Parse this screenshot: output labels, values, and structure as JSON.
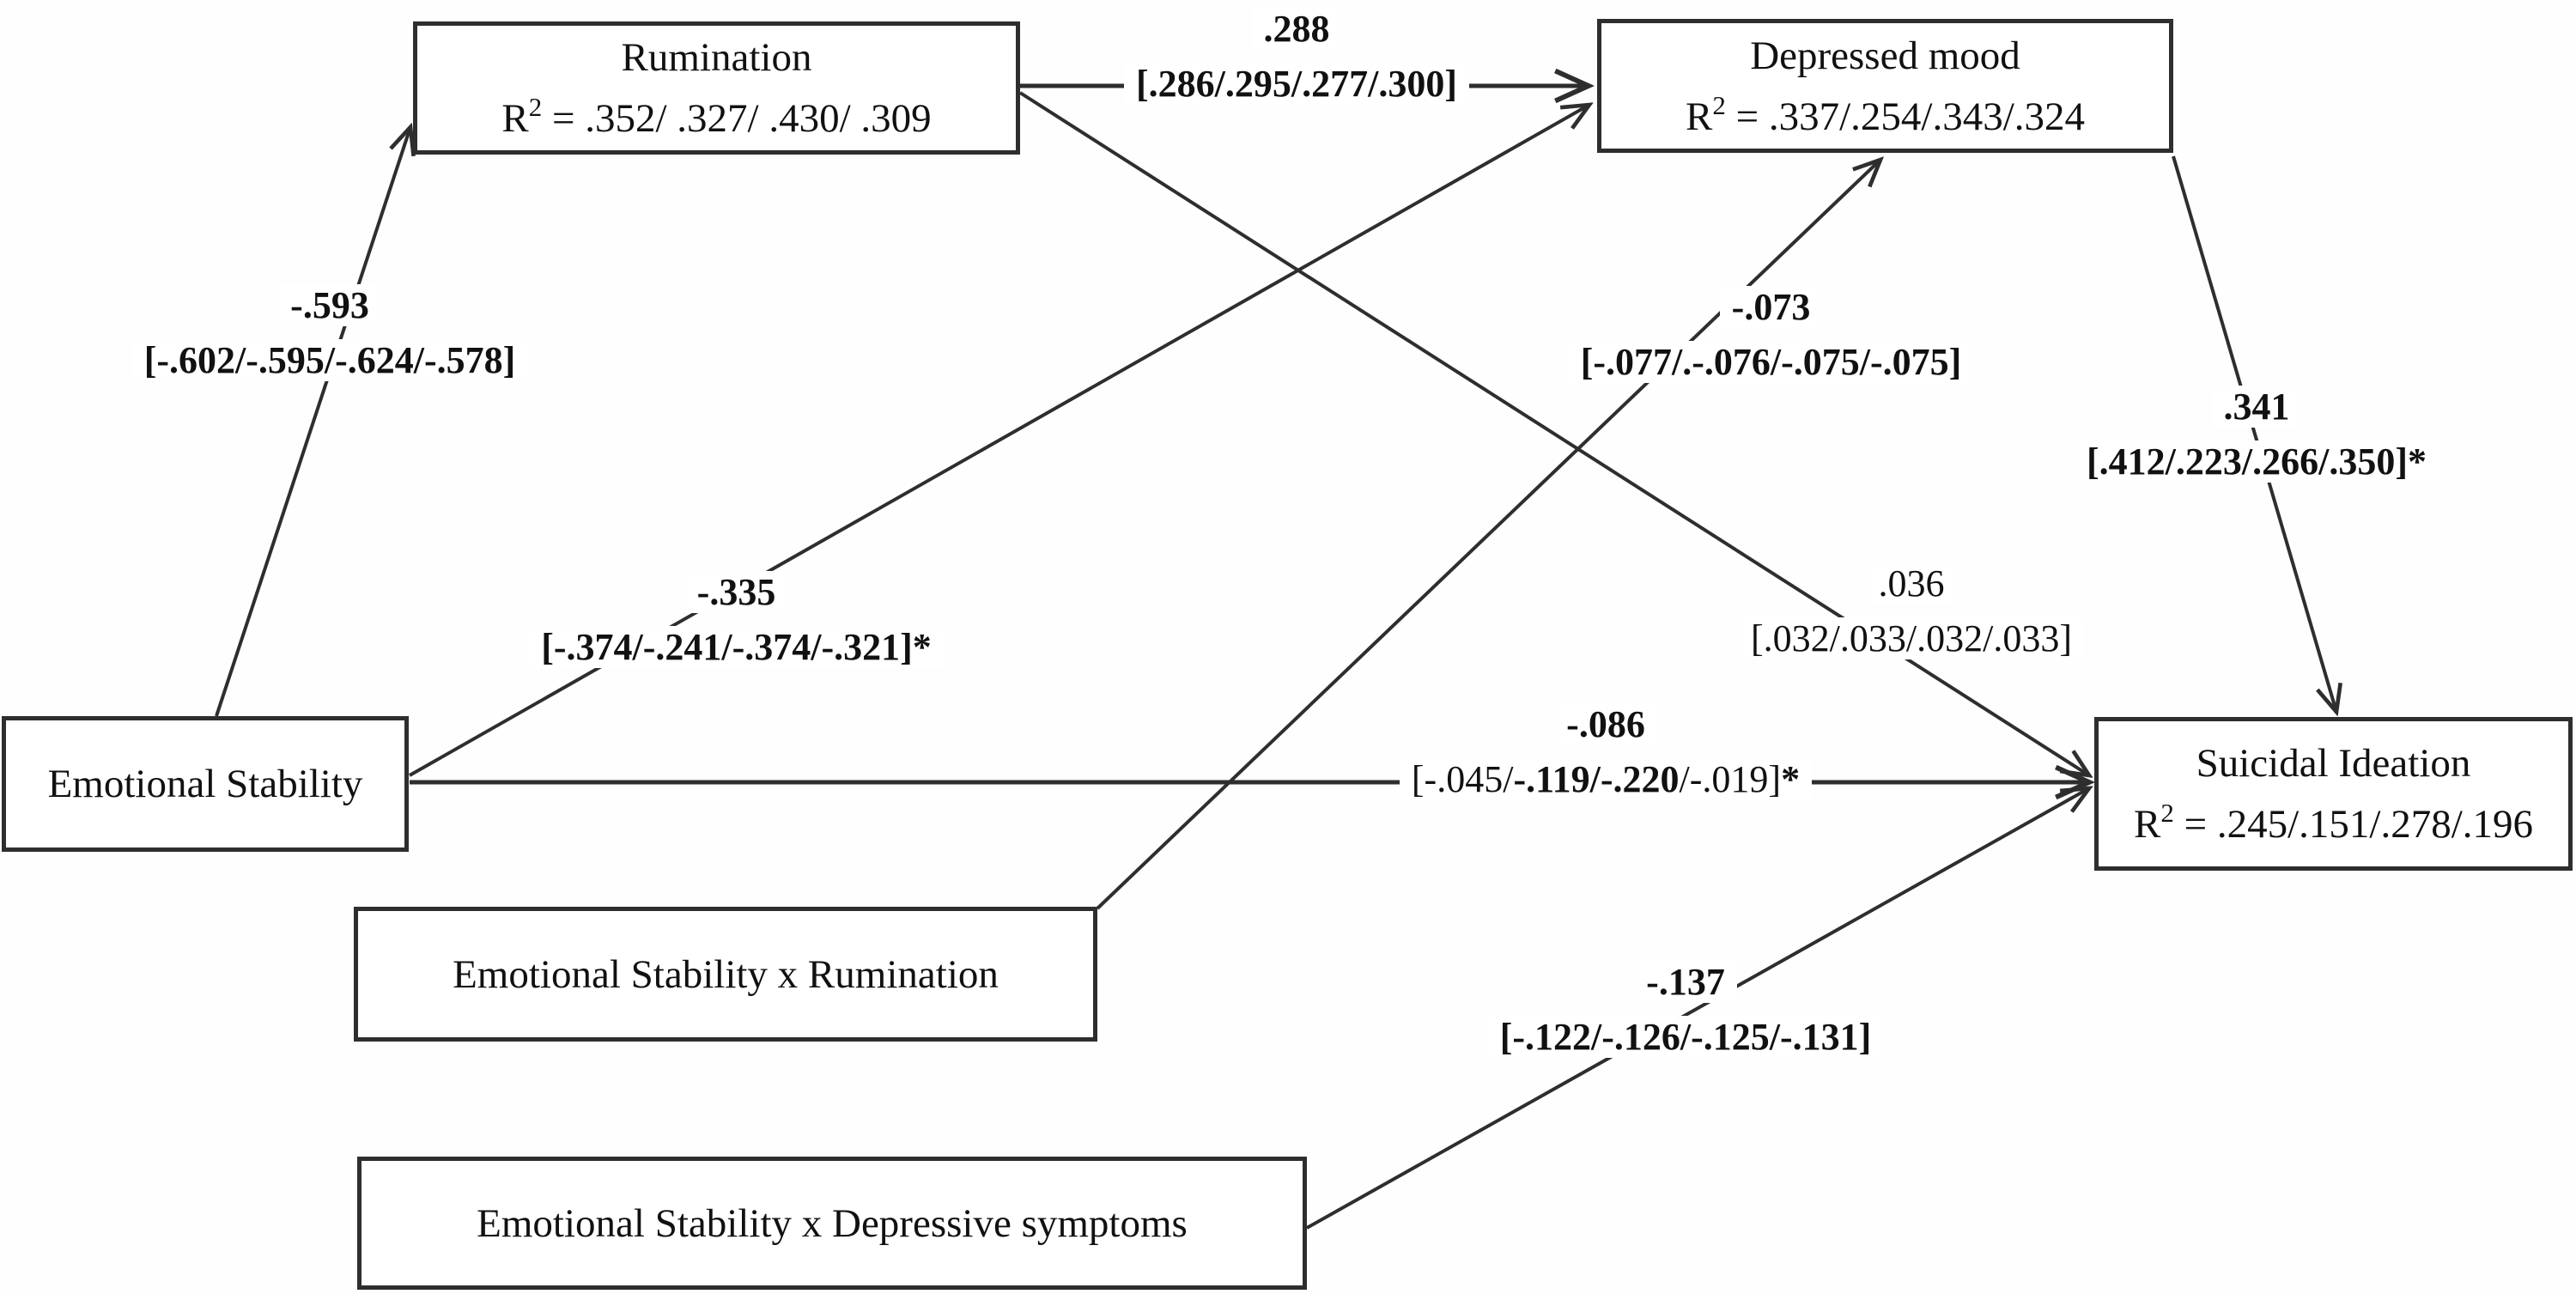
{
  "diagram": {
    "nodes": {
      "rumination": {
        "title": "Rumination",
        "r2_base": "R",
        "r2_sup": "2",
        "r2_rest": " = .352/ .327/ .430/ .309"
      },
      "depressed_mood": {
        "title": "Depressed mood",
        "r2_base": "R",
        "r2_sup": "2",
        "r2_rest": " = .337/.254/.343/.324"
      },
      "emotional_stability": {
        "title": "Emotional Stability"
      },
      "suicidal_ideation": {
        "title": "Suicidal Ideation",
        "r2_base": "R",
        "r2_sup": "2",
        "r2_rest": " = .245/.151/.278/.196"
      },
      "es_x_rumination": {
        "title": "Emotional Stability x Rumination"
      },
      "es_x_depressive": {
        "title": "Emotional Stability x Depressive symptoms"
      }
    },
    "paths": {
      "es_to_rumination": {
        "from": "Emotional Stability",
        "to": "Rumination",
        "coefficient": "-.593",
        "ci": "[-.602/-.595/-.624/-.578]"
      },
      "rumination_to_depressed": {
        "from": "Rumination",
        "to": "Depressed mood",
        "coefficient": ".288",
        "ci": "[.286/.295/.277/.300]"
      },
      "es_to_depressed": {
        "from": "Emotional Stability",
        "to": "Depressed mood",
        "coefficient": "-.335",
        "ci": "[-.374/-.241/-.374/-.321]*"
      },
      "rumination_to_suicidal": {
        "from": "Rumination",
        "to": "Suicidal Ideation",
        "coefficient": ".036",
        "ci": "[.032/.033/.032/.033]"
      },
      "es_to_suicidal": {
        "from": "Emotional Stability",
        "to": "Suicidal Ideation",
        "coefficient": "-.086",
        "ci_segments": [
          {
            "text": "[-.045/",
            "bold": false
          },
          {
            "text": "-.119/-.220",
            "bold": true
          },
          {
            "text": "/-.019]",
            "bold": false
          },
          {
            "text": "*",
            "bold": true
          }
        ]
      },
      "depressed_to_suicidal": {
        "from": "Depressed mood",
        "to": "Suicidal Ideation",
        "coefficient": ".341",
        "ci": "[.412/.223/.266/.350]*"
      },
      "esxrum_to_depressed": {
        "from": "Emotional Stability x Rumination",
        "to": "Depressed mood",
        "coefficient": "-.073",
        "ci": "[-.077/.-.076/-.075/-.075]"
      },
      "esxdep_to_suicidal": {
        "from": "Emotional Stability x Depressive symptoms",
        "to": "Suicidal Ideation",
        "coefficient": "-.137",
        "ci": "[-.122/-.126/-.125/-.131]"
      }
    },
    "line_color": "#2e2e2e"
  }
}
